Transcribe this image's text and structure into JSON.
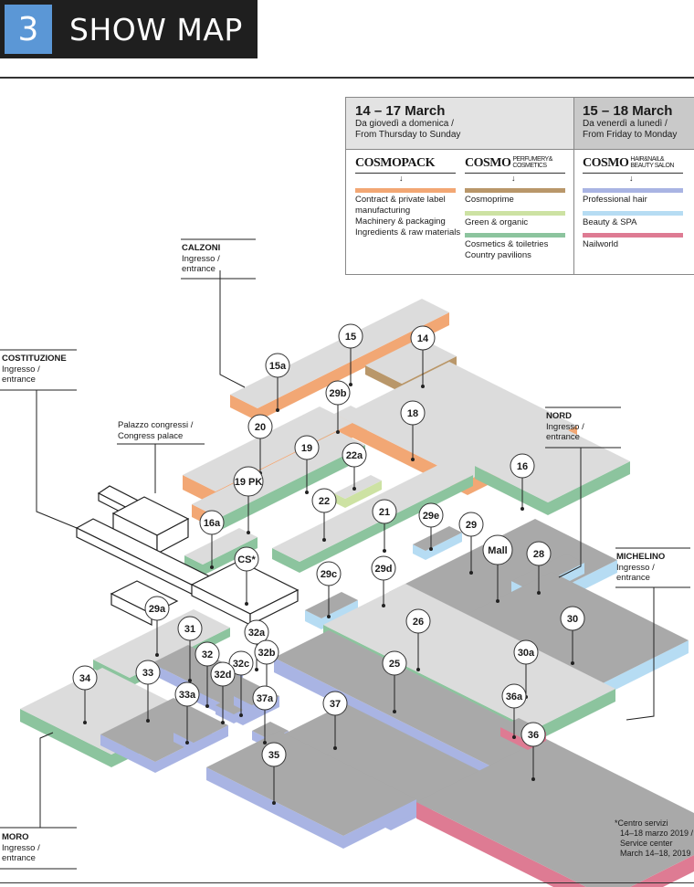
{
  "header": {
    "number": "3",
    "title": "SHOW MAP"
  },
  "legend": {
    "left": {
      "dates": "14 – 17 March",
      "days_it": "Da giovedì a domenica /",
      "days_en": "From Thursday to Sunday"
    },
    "right": {
      "dates": "15 – 18 March",
      "days_it": "Da venerdì a lunedì /",
      "days_en": "From Friday to Monday"
    },
    "logos": {
      "pack": "COSMOPACK",
      "perfumery": "COSMO",
      "perfumery_sub": "PERFUMERY& COSMETICS",
      "hair": "COSMO",
      "hair_sub": "HAIR&NAIL& BEAUTY SALON"
    },
    "pack_items": [
      "Contract & private label",
      "manufacturing",
      "Machinery & packaging",
      "Ingredients & raw materials"
    ],
    "perf_items": [
      "Cosmoprime",
      "Green & organic",
      "Cosmetics & toiletries",
      "Country pavilions"
    ],
    "hair_items": [
      "Professional hair",
      "Beauty & SPA",
      "Nailworld"
    ],
    "colors": {
      "pack": "#f2a774",
      "cosmoprime": "#b9976a",
      "green": "#cde2a3",
      "cosmetics": "#8cc49e",
      "hair": "#a9b4e3",
      "spa": "#b6dcf3",
      "nail": "#de7b93"
    }
  },
  "entrances": {
    "calzoni": {
      "name": "CALZONI",
      "sub1": "Ingresso /",
      "sub2": "entrance"
    },
    "costituzione": {
      "name": "COSTITUZIONE",
      "sub1": "Ingresso /",
      "sub2": "entrance"
    },
    "palazzo": {
      "name": "Palazzo congressi /",
      "sub": "Congress palace"
    },
    "nord": {
      "name": "NORD",
      "sub1": "Ingresso /",
      "sub2": "entrance"
    },
    "michelino": {
      "name": "MICHELINO",
      "sub1": "Ingresso /",
      "sub2": "entrance"
    },
    "moro": {
      "name": "MORO",
      "sub1": "Ingresso /",
      "sub2": "entrance"
    }
  },
  "pavilions": [
    "15",
    "14",
    "15a",
    "29b",
    "18",
    "20",
    "19",
    "22a",
    "16",
    "19 PK",
    "22",
    "21",
    "29e",
    "29",
    "16a",
    "CS*",
    "Mall",
    "28",
    "29c",
    "29d",
    "29a",
    "26",
    "30",
    "31",
    "32a",
    "32",
    "32b",
    "32c",
    "25",
    "30a",
    "34",
    "33",
    "32d",
    "33a",
    "37a",
    "37",
    "36a",
    "36",
    "35"
  ],
  "footnote": [
    "*Centro servizi",
    "14–18 marzo 2019 /",
    "Service center",
    "March 14–18, 2019"
  ]
}
